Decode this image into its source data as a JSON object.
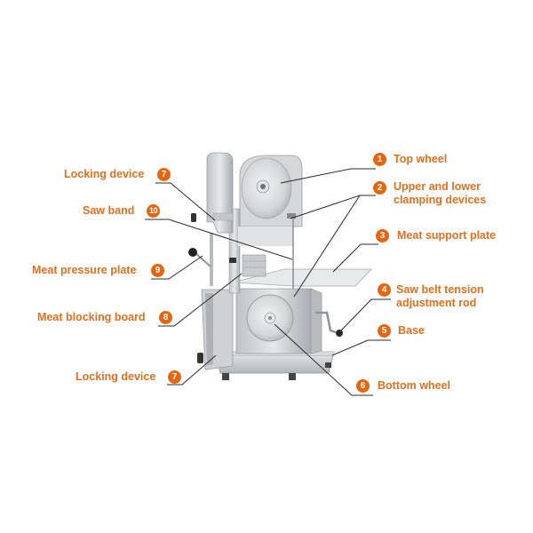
{
  "diagram": {
    "title": "Bone saw machine parts",
    "accent_color": "#e8650f",
    "label_color": "#e0701f",
    "parts": [
      {
        "number": "1",
        "name": "Top wheel"
      },
      {
        "number": "2",
        "name": "Upper and lower",
        "name_line2": "clamping devices"
      },
      {
        "number": "3",
        "name": "Meat support plate"
      },
      {
        "number": "4",
        "name": "Saw belt tension",
        "name_line2": "adjustment rod"
      },
      {
        "number": "5",
        "name": "Base"
      },
      {
        "number": "6",
        "name": "Bottom wheel"
      },
      {
        "number": "7",
        "name": "Locking device"
      },
      {
        "number": "10",
        "name": "Saw band"
      },
      {
        "number": "9",
        "name": "Meat pressure plate"
      },
      {
        "number": "8",
        "name": "Meat blocking board"
      },
      {
        "number": "7",
        "name": "Locking device"
      }
    ]
  }
}
